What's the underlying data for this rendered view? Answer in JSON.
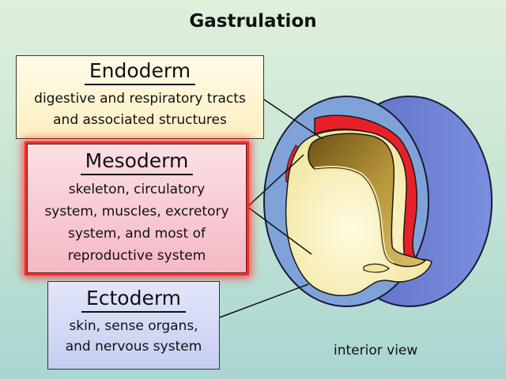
{
  "title": "Gastrulation",
  "labels": {
    "endoderm": {
      "heading": "Endoderm",
      "description": "digestive and respiratory tracts\nand associated structures"
    },
    "mesoderm": {
      "heading": "Mesoderm",
      "description": "skeleton, circulatory\nsystem, muscles, excretory\nsystem, and most of\nreproductive system"
    },
    "ectoderm": {
      "heading": "Ectoderm",
      "description": "skin, sense organs,\nand nervous system"
    }
  },
  "caption": "interior view",
  "colors": {
    "ectoderm_layer": "#7fa3d9",
    "mesoderm_layer": "#e8202a",
    "endoderm_layer": "#f3e6a0",
    "cavity": "#9c7e2a",
    "outer_rim": "#6577c8"
  }
}
